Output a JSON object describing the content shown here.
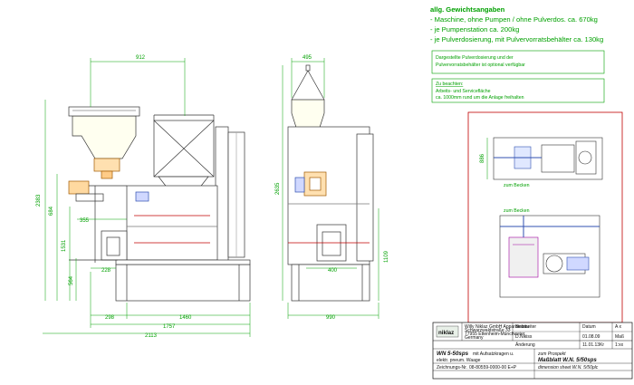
{
  "weights": {
    "heading": "allg. Gewichtsangaben",
    "lines": [
      "- Maschine, ohne Pumpen / ohne Pulverdos. ca. 670kg",
      "- je Pumpenstation ca. 200kg",
      "- je Pulverdosierung, mit Pulvervorratsbehälter ca. 130kg"
    ]
  },
  "notes": {
    "optional": [
      "Dargestellte Pulverdosierung und der",
      "Pulvervorratsbehälter ist optional verfügbar"
    ],
    "attention_heading": "Zu beachten:",
    "attention_title": "Arbeits- und Servicefläche",
    "attention_text": "ca. 1000mm rund um die Anlage freihalten"
  },
  "dimensions": {
    "front_top": "912",
    "front_h1": "2383",
    "front_h2": "684",
    "front_h3": "1531",
    "front_h4": "564",
    "front_355": "355",
    "front_228": "228",
    "front_298": "298",
    "front_1460": "1460",
    "front_1757": "1757",
    "front_2113": "2113",
    "side_top": "495",
    "side_h": "2635",
    "side_1109": "1109",
    "side_400": "400",
    "side_990": "990",
    "detail_h": "886",
    "detail_label_a": "zum Becken",
    "detail_label_b": "zum Becken"
  },
  "title_block": {
    "logo": "niklaz",
    "company": [
      "Willy Niklaz GmbH Apparatebau",
      "Schwarzwaldstraße 33",
      "77955 Ettenheim-Münchweier",
      "Germany"
    ],
    "drawn_label": "Bearbeiter",
    "date_label": "Datum",
    "drawn_by": "D.Nikiss",
    "date": "01.08.09",
    "date2": "11.01.13Kr",
    "scale_label": "Maß",
    "scale": "1:xx",
    "sheet": "A x",
    "change_label": "Änderung",
    "machine": "WN 5-50sps",
    "machine_rest": "mit Aufsatzkragen u.",
    "machine_line2": "elektr. pneum. Waage",
    "drawing_label": "Zeichnungs-Nr.",
    "drawing_no": "08-80559-0000-00 E+P",
    "purpose": "zum Prospekt",
    "title_de": "Maßblatt W.N. 5/50sps",
    "title_en": "dimension sheet W.N. 5/50plc"
  }
}
